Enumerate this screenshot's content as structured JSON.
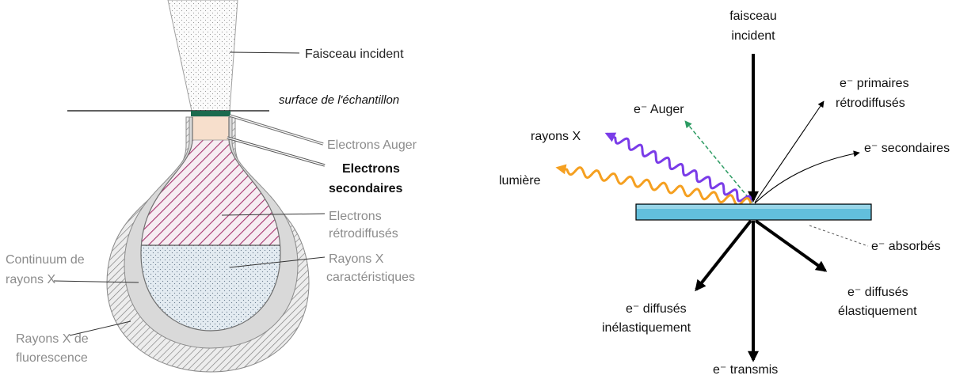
{
  "left_diagram": {
    "incident_beam_label": "Faisceau incident",
    "surface_label": "surface de l'échantillon",
    "auger_label": "Electrons Auger",
    "secondary_label": [
      "Electrons",
      "secondaires"
    ],
    "backscattered_label": [
      "Electrons",
      "rétrodiffusés"
    ],
    "characteristic_xray_label": [
      "Rayons X",
      "caractéristiques"
    ],
    "continuum_label": [
      "Continuum de",
      "rayons X"
    ],
    "fluorescence_label": [
      "Rayons X de",
      "fluorescence"
    ]
  },
  "right_diagram": {
    "incident_beam_label": [
      "faisceau",
      "incident"
    ],
    "backscattered_label": [
      "e⁻ primaires",
      "rétrodiffusés"
    ],
    "auger_label": "e⁻ Auger",
    "xray_label": "rayons X",
    "light_label": "lumière",
    "secondary_label": "e⁻ secondaires",
    "absorbed_label": "e⁻ absorbés",
    "inelastic_label": [
      "e⁻ diffusés",
      "inélastiquement"
    ],
    "transmitted_label": "e⁻ transmis",
    "elastic_label": [
      "e⁻ diffusés",
      "élastiquement"
    ]
  },
  "colors": {
    "xray_wave": "#7a3ce8",
    "light_wave": "#f5a021",
    "auger_arrow": "#2c9b62",
    "sample": "#62bfdc",
    "surface_band": "#1b6a4e",
    "auger_region": "#f7dfcc",
    "secondary_hatch": "#a6346f"
  }
}
